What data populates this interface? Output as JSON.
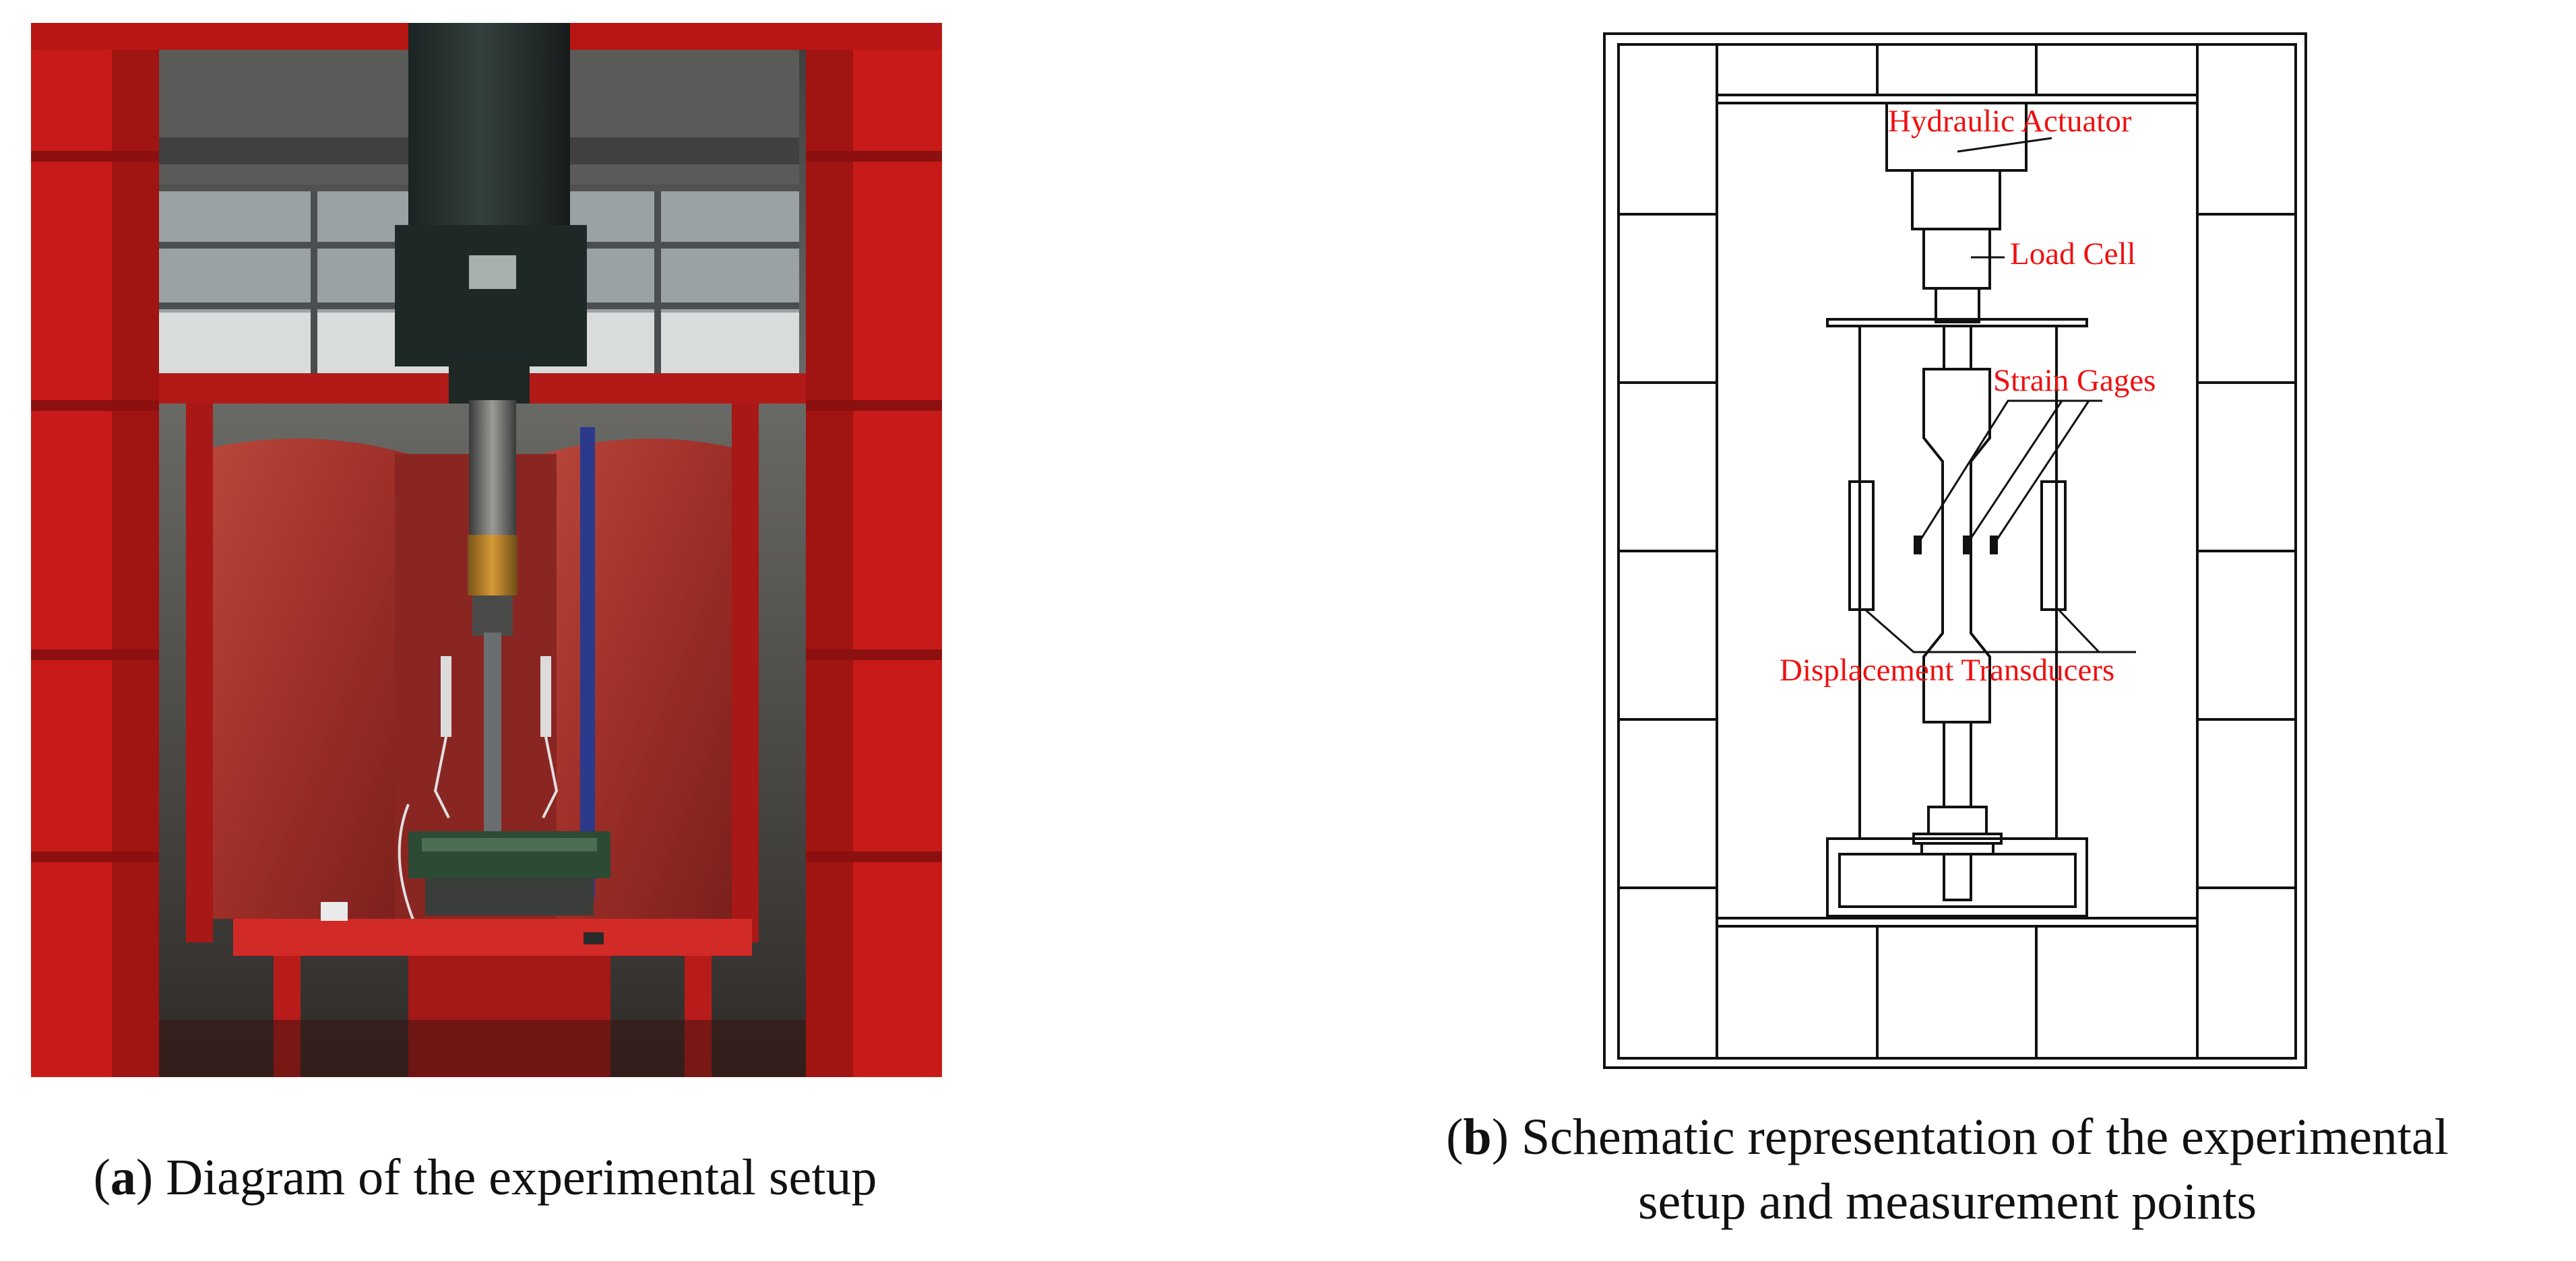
{
  "panel_a": {
    "caption_letter": "a",
    "caption_text": " Diagram of the experimental setup"
  },
  "panel_b": {
    "caption_letter": "b",
    "caption_line1": " Schematic representation of the experimental",
    "caption_line2": "setup and measurement points",
    "callouts": {
      "hydraulic_actuator": "Hydraulic Actuator",
      "load_cell": "Load Cell",
      "strain_gages": "Strain Gages",
      "displacement_transducers": "Displacement Transducers"
    }
  },
  "colors": {
    "frame_red": "#c81a18",
    "callout_red": "#ee1111",
    "line_black": "#111111",
    "tarp_red": "#b0322c"
  }
}
